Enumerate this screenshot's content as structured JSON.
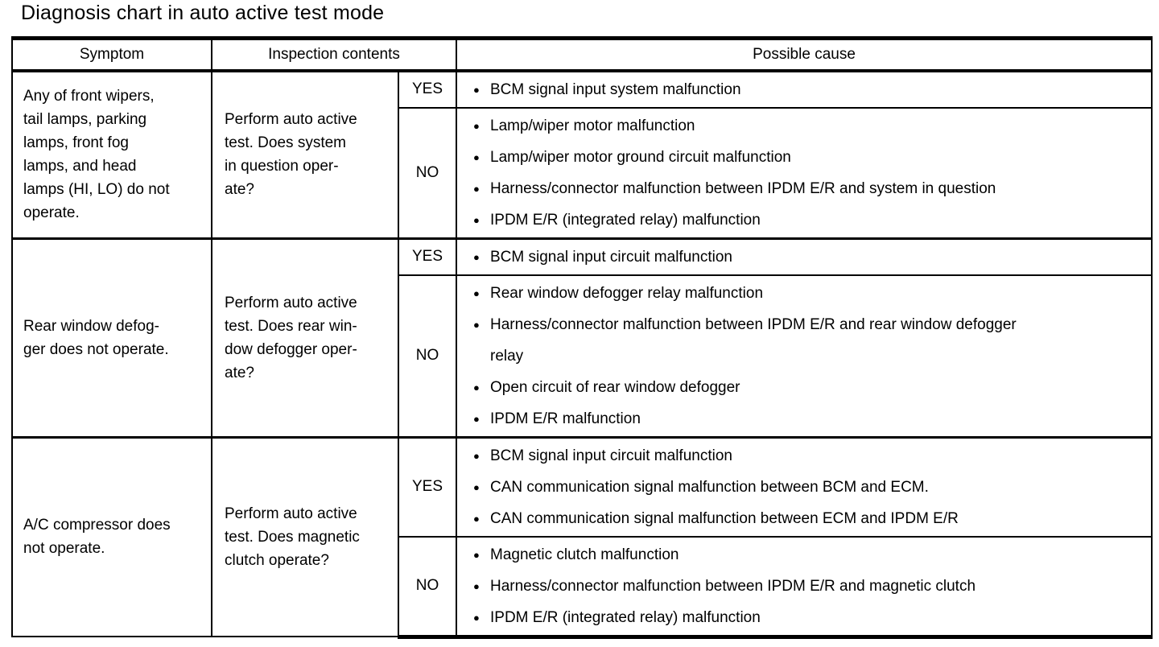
{
  "title": "Diagnosis chart in auto active test mode",
  "glyphs": {
    "bullet": "●"
  },
  "table": {
    "headers": {
      "symptom": "Symptom",
      "inspection": "Inspection contents",
      "cause": "Possible cause"
    },
    "groups": [
      {
        "symptom": "Any of front wipers,\ntail lamps, parking\nlamps, front fog\nlamps, and head\nlamps (HI, LO) do not\noperate.",
        "inspection": "Perform auto active\ntest. Does system\nin question oper-\nate?",
        "yes_label": "YES",
        "no_label": "NO",
        "yes_causes": [
          "BCM signal input system malfunction"
        ],
        "no_causes": [
          "Lamp/wiper motor malfunction",
          "Lamp/wiper motor ground circuit malfunction",
          "Harness/connector malfunction between IPDM E/R and system in question",
          "IPDM E/R (integrated relay) malfunction"
        ]
      },
      {
        "symptom": "Rear window defog-\nger does not operate.",
        "inspection": "Perform auto active\ntest. Does rear win-\ndow defogger oper-\nate?",
        "yes_label": "YES",
        "no_label": "NO",
        "yes_causes": [
          "BCM signal input circuit malfunction"
        ],
        "no_causes": [
          "Rear window defogger relay malfunction",
          "Harness/connector malfunction between IPDM E/R and rear window defogger\nrelay",
          "Open circuit of rear window defogger",
          "IPDM E/R malfunction"
        ]
      },
      {
        "symptom": "A/C compressor does\nnot operate.",
        "inspection": "Perform auto active\ntest. Does magnetic\nclutch operate?",
        "yes_label": "YES",
        "no_label": "NO",
        "yes_causes": [
          "BCM signal input circuit malfunction",
          "CAN communication signal malfunction between BCM and ECM.",
          "CAN communication signal malfunction between ECM and IPDM E/R"
        ],
        "no_causes": [
          "Magnetic clutch malfunction",
          "Harness/connector malfunction between IPDM E/R and magnetic clutch",
          "IPDM E/R (integrated relay) malfunction"
        ]
      }
    ]
  }
}
